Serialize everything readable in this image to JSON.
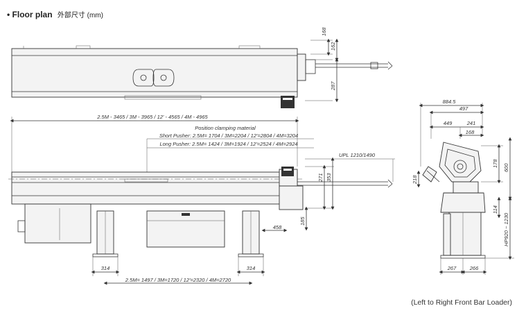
{
  "header": {
    "title": "• Floor plan",
    "subtitle": "外部尺寸 (mm)"
  },
  "caption": "(Left to Right Front Bar Loader)",
  "top_view": {
    "dims": {
      "d168": "168",
      "d162": "162",
      "d287": "287"
    }
  },
  "front_view": {
    "length_label": "2.5M - 3465 / 3M - 3965 / 12' - 4565 / 4M - 4965",
    "clamp_title": "Position clamping material",
    "short_pusher": "Short Pusher: 2.5M= 1704 / 3M=2204 / 12'=2804 / 4M=3204",
    "long_pusher": "Long Pusher: 2.5M= 1424 / 3M=1924 / 12'=2524 / 4M=2924",
    "upl": "UPL 1210/1490",
    "d271": "271",
    "d353": "353",
    "d185": "185",
    "d458": "458",
    "d314a": "314",
    "d314b": "314",
    "base_label": "2.5M= 1497 / 3M=1720 / 12'=2320 / 4M=2720"
  },
  "side_view": {
    "d8845": "884.5",
    "d497": "497",
    "d449": "449",
    "d241": "241",
    "d168": "168",
    "d178": "178",
    "d600": "600",
    "d218": "218",
    "d114": "114",
    "hp": "HP920 ~ 1230",
    "d267": "267",
    "d266": "266"
  }
}
